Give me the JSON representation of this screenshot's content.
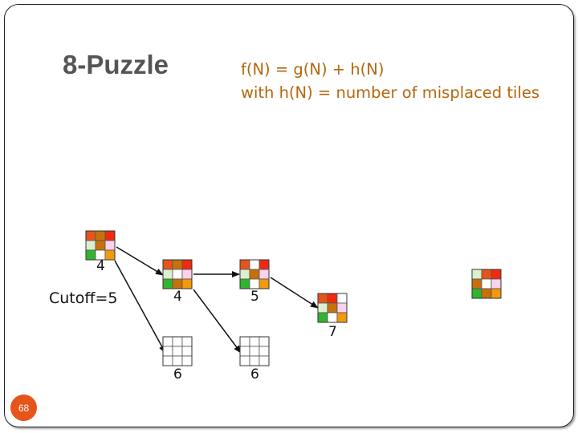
{
  "title": "8-Puzzle",
  "formula": {
    "line1": "f(N) = g(N) + h(N)",
    "line2": "with h(N) = number of misplaced tiles"
  },
  "cutoff_label": "Cutoff=5",
  "page_number": "68",
  "colors": {
    "o": "#e4541b",
    "r": "#ee2a10",
    "y": "#c7710d",
    "a": "#f2990c",
    "m": "#f9d2ec",
    "l": "#dcefd1",
    "g": "#31b52e",
    "w": "#ffffff",
    "x": "#ffffff",
    "arrow": "#111111",
    "formula_text": "#b4670f",
    "title_text": "#555555"
  },
  "nodes": [
    {
      "id": "root",
      "label": "4",
      "grid": [
        "o",
        "y",
        "r",
        "l",
        "y",
        "m",
        "g",
        "w",
        "a"
      ]
    },
    {
      "id": "n2",
      "label": "4",
      "grid": [
        "o",
        "y",
        "r",
        "l",
        "w",
        "m",
        "g",
        "y",
        "a"
      ]
    },
    {
      "id": "n3",
      "label": "6",
      "grid": [
        "x",
        "x",
        "x",
        "x",
        "x",
        "x",
        "x",
        "x",
        "x"
      ]
    },
    {
      "id": "n4",
      "label": "5",
      "grid": [
        "o",
        "w",
        "r",
        "l",
        "y",
        "m",
        "g",
        "w",
        "a"
      ]
    },
    {
      "id": "n5",
      "label": "6",
      "grid": [
        "x",
        "x",
        "x",
        "x",
        "x",
        "x",
        "x",
        "x",
        "x"
      ]
    },
    {
      "id": "n6",
      "label": "7",
      "grid": [
        "o",
        "r",
        "w",
        "l",
        "y",
        "m",
        "g",
        "w",
        "a"
      ]
    },
    {
      "id": "goal",
      "label": "",
      "grid": [
        "l",
        "o",
        "r",
        "y",
        "w",
        "m",
        "g",
        "y",
        "a"
      ]
    }
  ],
  "edges": [
    [
      "root",
      "n2"
    ],
    [
      "root",
      "n3"
    ],
    [
      "n2",
      "n4"
    ],
    [
      "n2",
      "n5"
    ],
    [
      "n4",
      "n6"
    ]
  ]
}
